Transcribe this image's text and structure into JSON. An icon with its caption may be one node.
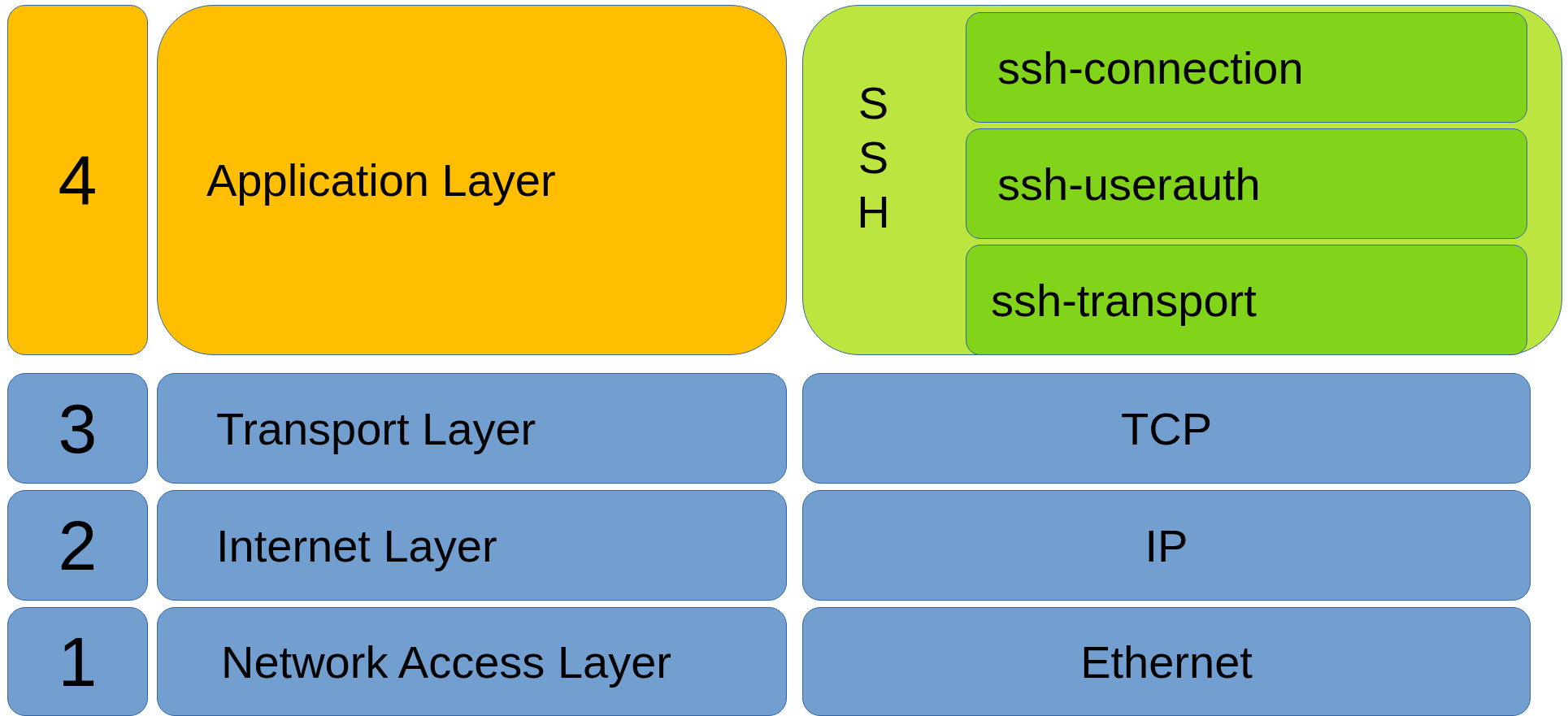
{
  "diagram": {
    "nodes": [
      {
        "text": [
          "4"
        ]
      },
      {
        "text": [
          "Application Layer"
        ]
      },
      {
        "text": [
          "SSH"
        ]
      },
      {
        "text": [
          "ssh-connection"
        ],
        "in": 2
      },
      {
        "text": [
          "ssh-userauth"
        ],
        "in": 2
      },
      {
        "text": [
          "ssh-transport"
        ],
        "in": 2
      },
      {
        "text": [
          "3"
        ]
      },
      {
        "text": [
          "Transport Layer"
        ]
      },
      {
        "text": [
          "TCP"
        ]
      },
      {
        "text": [
          "2"
        ]
      },
      {
        "text": [
          "Internet Layer"
        ]
      },
      {
        "text": [
          "IP"
        ]
      },
      {
        "text": [
          "1"
        ]
      },
      {
        "text": [
          "Network Access Layer"
        ]
      },
      {
        "text": [
          "Ethernet"
        ]
      }
    ]
  }
}
